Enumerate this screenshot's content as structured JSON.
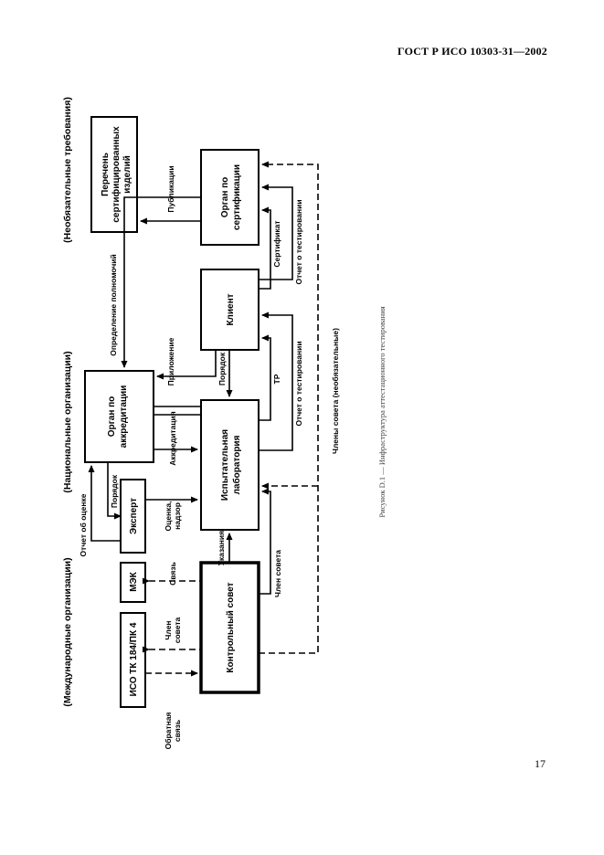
{
  "header": "ГОСТ Р ИСО 10303-31—2002",
  "page_number": "17",
  "caption": "Рисунок D.1 — Инфраструктура аттестационного тестирования",
  "groups": {
    "international": "(Международные организации)",
    "national": "(Национальные организации)",
    "optional": "(Необязательные требования)"
  },
  "boxes": {
    "iso_tc": "ИСО ТК 184/ПК 4",
    "iec": "МЭК",
    "control_council": "Контрольный совет",
    "expert": "Эксперт",
    "test_lab": [
      "Испытательная",
      "лаборатория"
    ],
    "accreditation_body": [
      "Орган по",
      "аккредитации"
    ],
    "client": "Клиент",
    "certification_body": [
      "Орган по",
      "сертификации"
    ],
    "certified_products_list": [
      "Перечень",
      "сертифицированных",
      "изделий"
    ]
  },
  "labels": {
    "feedback": [
      "Обратная",
      "связь"
    ],
    "council_member_top": [
      "Член",
      "совета"
    ],
    "link": "Связь",
    "instructions": "Указания",
    "council_member_bottom": "Член совета",
    "assessment_report": "Отчет об оценке",
    "order_left": "Порядок",
    "assessment_supervision": [
      "Оценка,",
      "надзор"
    ],
    "accreditation": "Аккредитация",
    "order_mid": "Порядок",
    "application": "Приложение",
    "delegation": "Определение полномочий",
    "tr": "ТР",
    "test_report_1": "Отчет о тестировании",
    "certificate": "Сертификат",
    "test_report_2": "Отчет о тестировании",
    "publications": "Публикации",
    "council_members_optional": "Члены совета (необязательные)"
  }
}
